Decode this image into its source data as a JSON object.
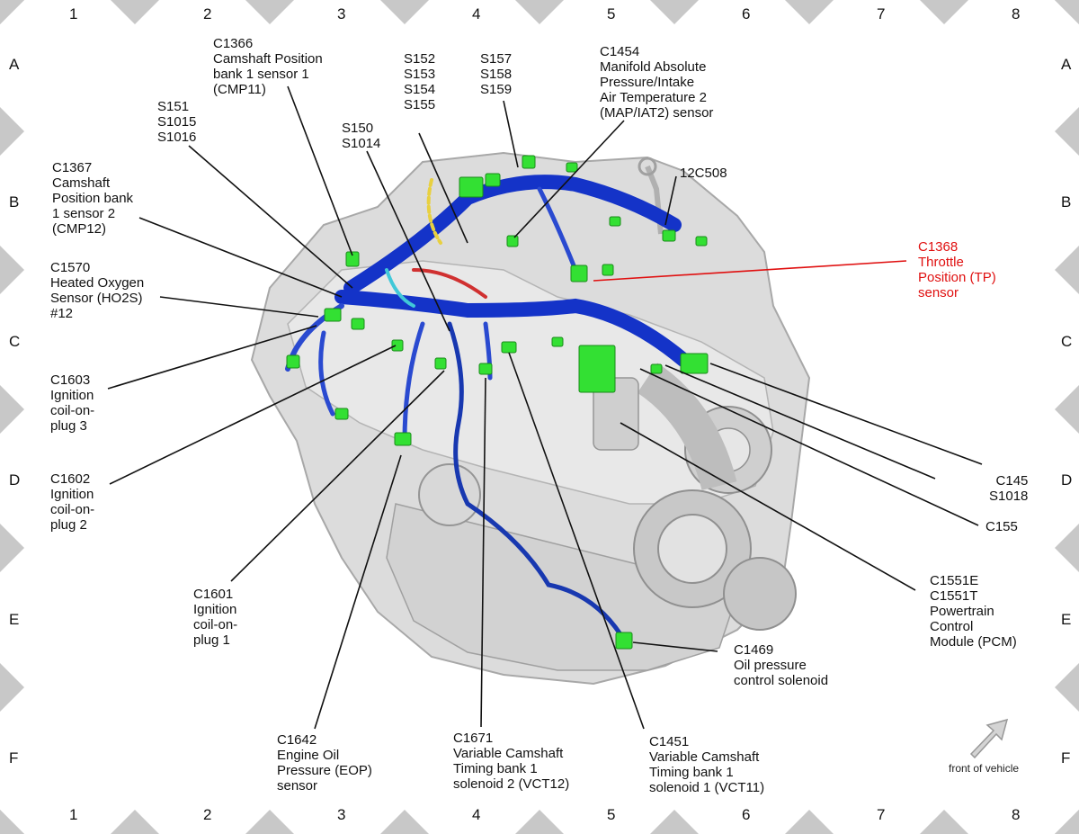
{
  "grid": {
    "columns": [
      "1",
      "2",
      "3",
      "4",
      "5",
      "6",
      "7",
      "8"
    ],
    "rows": [
      "A",
      "B",
      "C",
      "D",
      "E",
      "F"
    ]
  },
  "colors": {
    "harness_main": "#1433c8",
    "harness_light": "#3c5be0",
    "connector": "#33e033",
    "highlight": "#e01010",
    "engine": "#d6d6d6",
    "border_triangle": "#c8c8c8"
  },
  "labels": {
    "c1366": "C1366\nCamshaft Position\nbank 1 sensor 1\n(CMP11)",
    "s151": "S151\nS1015\nS1016",
    "c1367": "C1367\nCamshaft\nPosition bank\n1 sensor 2\n(CMP12)",
    "c1570": "C1570\nHeated Oxygen\nSensor (HO2S)\n#12",
    "c1603": "C1603\nIgnition\ncoil-on-\nplug 3",
    "c1602": "C1602\nIgnition\ncoil-on-\nplug 2",
    "c1601": "C1601\nIgnition\ncoil-on-\nplug 1",
    "c1642": "C1642\nEngine Oil\nPressure (EOP)\nsensor",
    "c1671": "C1671\nVariable Camshaft\nTiming bank 1\nsolenoid 2 (VCT12)",
    "c1451": "C1451\nVariable Camshaft\nTiming bank 1\nsolenoid 1 (VCT11)",
    "c1469": "C1469\nOil pressure\ncontrol solenoid",
    "c1551": "C1551E\nC1551T\nPowertrain\nControl\nModule (PCM)",
    "c155": "C155",
    "c145": "C145\nS1018",
    "c1368": "C1368\nThrottle\nPosition (TP)\nsensor",
    "c12c508": "12C508",
    "c1454": "C1454\nManifold Absolute\nPressure/Intake\nAir Temperature 2\n(MAP/IAT2) sensor",
    "s157": "S157\nS158\nS159",
    "s152": "S152\nS153\nS154\nS155",
    "s150": "S150\nS1014"
  },
  "front_of_vehicle": "front of vehicle"
}
